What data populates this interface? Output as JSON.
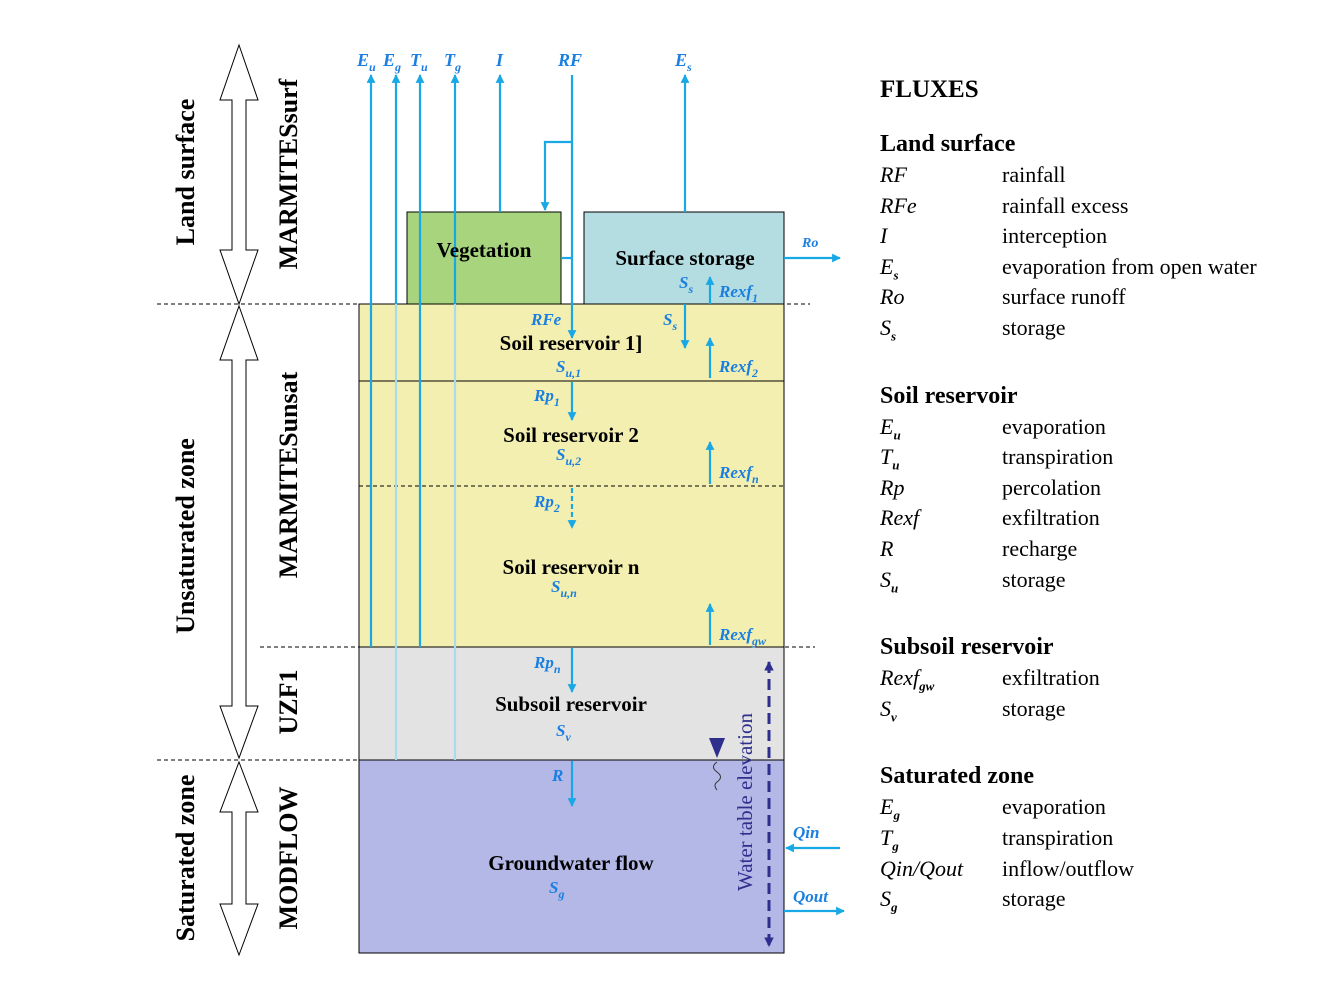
{
  "zones": {
    "land_surface": "Land surface",
    "unsaturated": "Unsaturated  zone",
    "saturated": "Saturated  zone"
  },
  "models": {
    "surf": "MARMITESsurf",
    "unsat": "MARMITESunsat",
    "uzf": "UZF1",
    "modflow": "MODFLOW"
  },
  "boxes": {
    "vegetation": "Vegetation",
    "surface_storage": "Surface storage",
    "soil1": "Soil reservoir 1]",
    "soil2": "Soil reservoir 2",
    "soiln": "Soil reservoir n",
    "subsoil": "Subsoil reservoir",
    "groundwater": "Groundwater flow"
  },
  "flux_labels": {
    "Eu": {
      "base": "E",
      "sub": "u"
    },
    "Eg": {
      "base": "E",
      "sub": "g"
    },
    "Tu": {
      "base": "T",
      "sub": "u"
    },
    "Tg": {
      "base": "T",
      "sub": "g"
    },
    "I": {
      "base": "I",
      "sub": ""
    },
    "RF": {
      "base": "RF",
      "sub": ""
    },
    "Es": {
      "base": "E",
      "sub": "s"
    },
    "Ro": {
      "base": "Ro",
      "sub": ""
    },
    "Ss_surface": {
      "base": "S",
      "sub": "s"
    },
    "Ss_soil": {
      "base": "S",
      "sub": "s"
    },
    "Rexf1": {
      "base": "Rexf",
      "sub": "1"
    },
    "Rexf2": {
      "base": "Rexf",
      "sub": "2"
    },
    "Rexfn": {
      "base": "Rexf",
      "sub": "n"
    },
    "Rexfgw": {
      "base": "Rexf",
      "sub": "gw"
    },
    "RFe": {
      "base": "RFe",
      "sub": ""
    },
    "Su1": {
      "base": "S",
      "sub": "u,1"
    },
    "Su2": {
      "base": "S",
      "sub": "u,2"
    },
    "Sun": {
      "base": "S",
      "sub": "u,n"
    },
    "Sv": {
      "base": "S",
      "sub": "v"
    },
    "Sg": {
      "base": "S",
      "sub": "g"
    },
    "Rp1": {
      "base": "Rp",
      "sub": "1"
    },
    "Rp2": {
      "base": "Rp",
      "sub": "2"
    },
    "Rpn": {
      "base": "Rp",
      "sub": "n"
    },
    "R": {
      "base": "R",
      "sub": ""
    },
    "Qin": {
      "base": "Qin",
      "sub": ""
    },
    "Qout": {
      "base": "Qout",
      "sub": ""
    }
  },
  "water_table_label": "Water table elevation",
  "legend": {
    "title": "FLUXES",
    "sections": [
      {
        "heading": "Land surface",
        "rows": [
          {
            "sym": "RF",
            "sub": "",
            "desc": "rainfall"
          },
          {
            "sym": "RFe",
            "sub": "",
            "desc": "rainfall  excess"
          },
          {
            "sym": "I",
            "sub": "",
            "desc": "interception"
          },
          {
            "sym": "E",
            "sub": "s",
            "desc": "evaporation from open water"
          },
          {
            "sym": "Ro",
            "sub": "",
            "desc": "surface runoff"
          },
          {
            "sym": "S",
            "sub": "s",
            "desc": "storage"
          }
        ]
      },
      {
        "heading": "Soil reservoir",
        "rows": [
          {
            "sym": "E",
            "sub": "u",
            "desc": "evaporation"
          },
          {
            "sym": "T",
            "sub": "u",
            "desc": "transpiration"
          },
          {
            "sym": "Rp",
            "sub": "",
            "desc": "percolation"
          },
          {
            "sym": "Rexf",
            "sub": "",
            "desc": "exfiltration"
          },
          {
            "sym": "R",
            "sub": "",
            "desc": "recharge"
          },
          {
            "sym": "S",
            "sub": "u",
            "desc": "storage"
          }
        ]
      },
      {
        "heading": "Subsoil reservoir",
        "rows": [
          {
            "sym": "Rexf",
            "sub": "gw",
            "desc": "exfiltration"
          },
          {
            "sym": "S",
            "sub": "v",
            "desc": "storage"
          }
        ]
      },
      {
        "heading": "Saturated zone",
        "rows": [
          {
            "sym": "E",
            "sub": "g",
            "desc": "evaporation"
          },
          {
            "sym": "T",
            "sub": "g",
            "desc": "transpiration"
          },
          {
            "sym": "Qin/Qout",
            "sub": "",
            "desc": "inflow/outflow"
          },
          {
            "sym": "S",
            "sub": "g",
            "desc": "storage"
          }
        ]
      }
    ]
  },
  "colors": {
    "flux_blue": "#19a8e6",
    "label_blue": "#1a7fe0",
    "vegetation": "#a8d47e",
    "surface_storage": "#b4dde2",
    "soil": "#f3efb0",
    "subsoil": "#e3e3e3",
    "groundwater": "#b4b8e6",
    "water_table": "#2e2e8c"
  }
}
